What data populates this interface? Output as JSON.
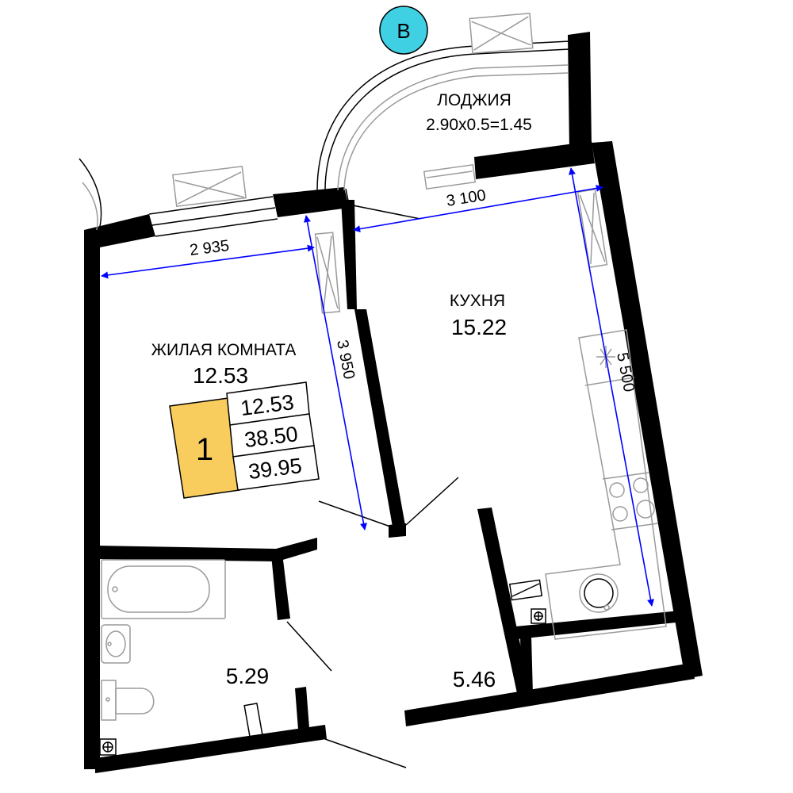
{
  "colors": {
    "badge_fill": "#3fd0e3",
    "apartment_tag_fill": "#f8cd5d",
    "dimension_line": "#0000ff"
  },
  "orientation_badge": {
    "label": "В"
  },
  "rooms": {
    "loggia": {
      "name": "ЛОДЖИЯ",
      "formula": "2.90х0.5=1.45"
    },
    "living_room": {
      "name": "ЖИЛАЯ КОМНАТА",
      "area": "12.53"
    },
    "kitchen": {
      "name": "КУХНЯ",
      "area": "15.22"
    },
    "bathroom": {
      "area": "5.29"
    },
    "hallway": {
      "area": "5.46"
    }
  },
  "dimensions": {
    "living_width": "2 935",
    "living_depth": "3 950",
    "kitchen_width": "3 100",
    "kitchen_depth": "5 500"
  },
  "apartment_tag": {
    "rooms_count": "1",
    "living_area": "12.53",
    "useful_area": "38.50",
    "total_area": "39.95"
  },
  "icons": [
    "window-icon",
    "door-icon",
    "bathtub-icon",
    "sink-icon",
    "toilet-icon",
    "stove-icon",
    "washbasin-icon",
    "socket-icon",
    "arrow-icon"
  ]
}
